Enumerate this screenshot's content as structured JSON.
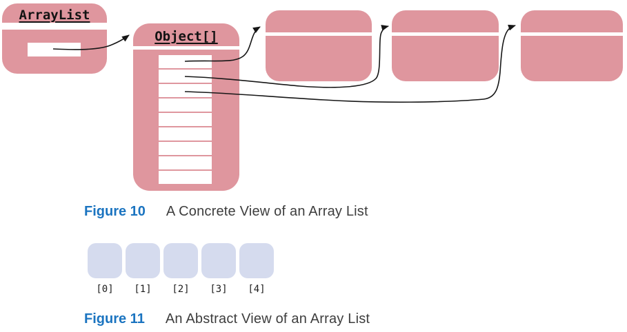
{
  "figure10": {
    "caption_label": "Figure 10",
    "caption_text": "A Concrete View of an Array List",
    "arraylist_box": {
      "title": "ArrayList"
    },
    "array_box": {
      "title": "Object[]",
      "cell_count": 9
    },
    "element_box_count": 3
  },
  "figure11": {
    "caption_label": "Figure 11",
    "caption_text": "An Abstract View of an Array List",
    "index_labels": [
      "[0]",
      "[1]",
      "[2]",
      "[3]",
      "[4]"
    ]
  },
  "colors": {
    "object_fill": "#df969e",
    "abstract_cell_fill": "#d5dbee",
    "figure_label_blue": "#1b74c0",
    "caption_gray": "#3d3d3d"
  }
}
